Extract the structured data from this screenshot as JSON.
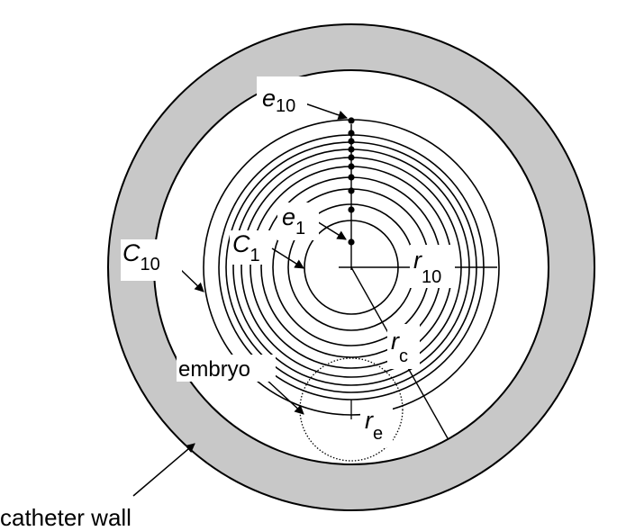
{
  "labels": {
    "e10": {
      "symbol": "e",
      "sub": "10"
    },
    "e1": {
      "symbol": "e",
      "sub": "1"
    },
    "c10": {
      "symbol": "C",
      "sub": "10"
    },
    "c1": {
      "symbol": "C",
      "sub": "1"
    },
    "r10": {
      "symbol": "r",
      "sub": "10"
    },
    "rc": {
      "symbol": "r",
      "sub": "c"
    },
    "re": {
      "symbol": "r",
      "sub": "e"
    },
    "embryo": "embryo",
    "catheter_wall": "catheter wall"
  },
  "colors": {
    "wall": "#c8c8c8",
    "ink": "#000000"
  }
}
